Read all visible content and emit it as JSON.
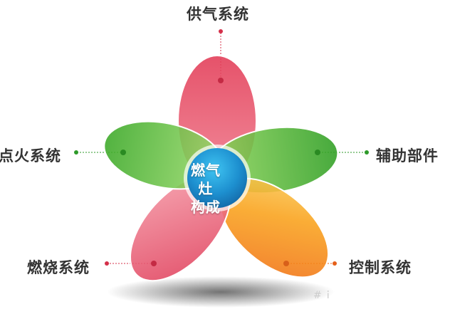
{
  "center": {
    "line1": "燃气灶",
    "line2": "构成"
  },
  "petals": [
    {
      "label": "供气系统",
      "color": "#e8485f",
      "dot": "#d4304a"
    },
    {
      "label": "辅助部件",
      "color": "#4fb52a",
      "dot": "#2e9a2a"
    },
    {
      "label": "控制系统",
      "color": "#f28c12",
      "dot": "#e5601a"
    },
    {
      "label": "燃烧系统",
      "color": "#e34a63",
      "dot": "#d4304a"
    },
    {
      "label": "点火系统",
      "color": "#5cbc2c",
      "dot": "#2e9a2a"
    }
  ],
  "watermark": "#ｉ"
}
